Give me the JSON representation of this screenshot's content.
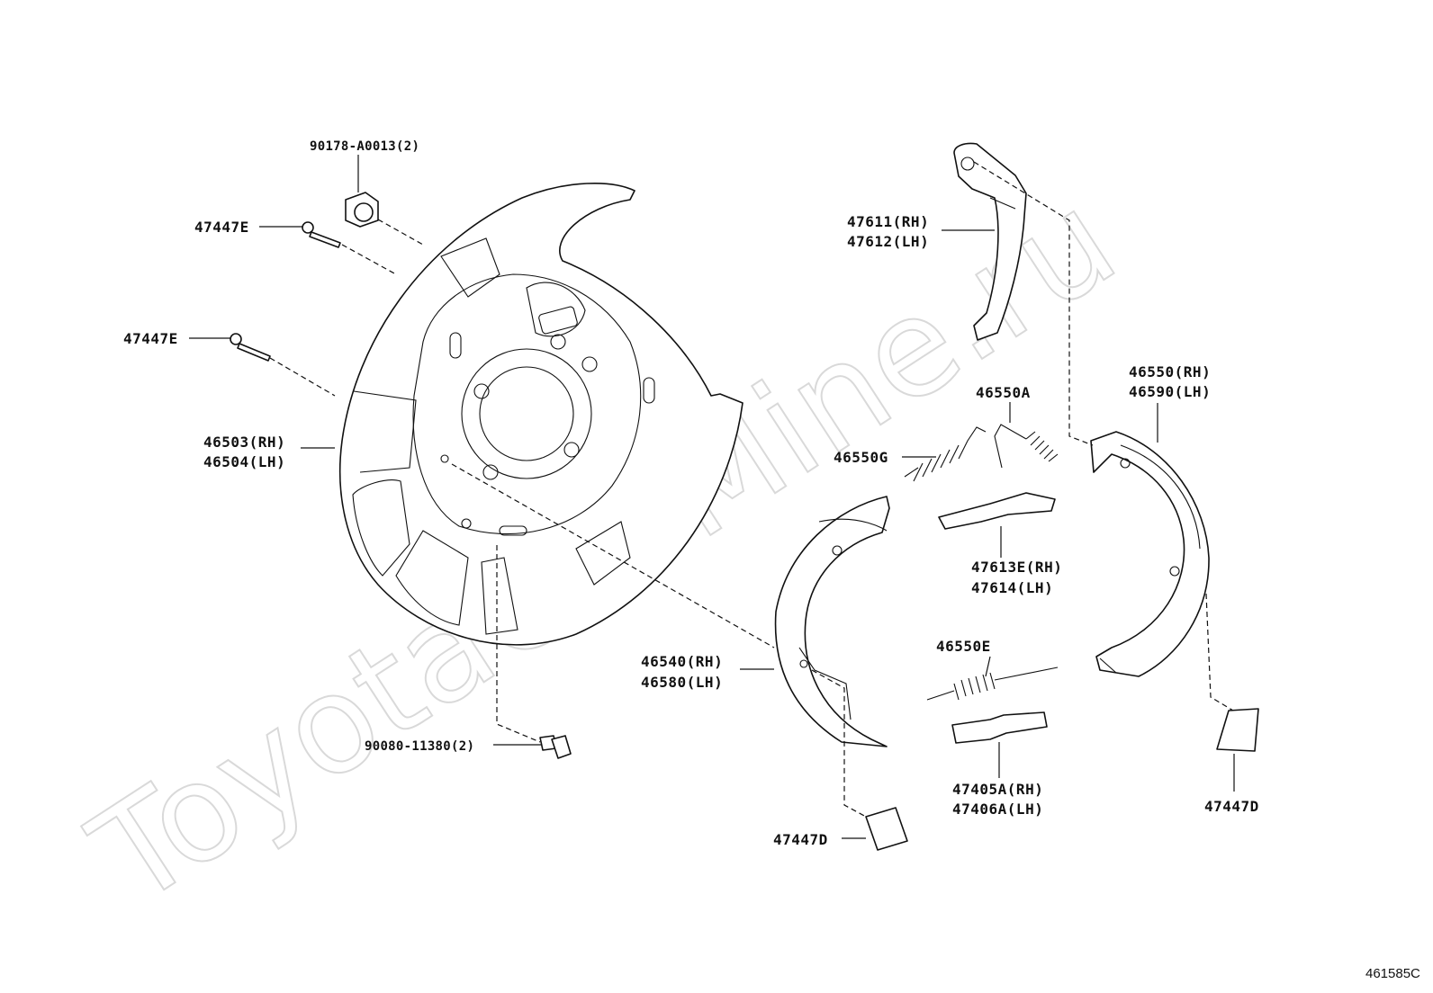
{
  "watermark": "ToyotaCarMine.ru",
  "diagram_code": "461585C",
  "labels": {
    "l_90178": "90178-A0013(2)",
    "l_47447e_top": "47447E",
    "l_47447e_mid": "47447E",
    "l_46503": "46503(RH)",
    "l_46504": "46504(LH)",
    "l_90080": "90080-11380(2)",
    "l_47611": "47611(RH)",
    "l_47612": "47612(LH)",
    "l_46550a": "46550A",
    "l_46550g": "46550G",
    "l_47613e": "47613E(RH)",
    "l_47614": "47614(LH)",
    "l_46540": "46540(RH)",
    "l_46580": "46580(LH)",
    "l_46550e": "46550E",
    "l_47405a": "47405A(RH)",
    "l_47406a": "47406A(LH)",
    "l_47447d_left": "47447D",
    "l_46550": "46550(RH)",
    "l_46590": "46590(LH)",
    "l_47447d_right": "47447D"
  }
}
